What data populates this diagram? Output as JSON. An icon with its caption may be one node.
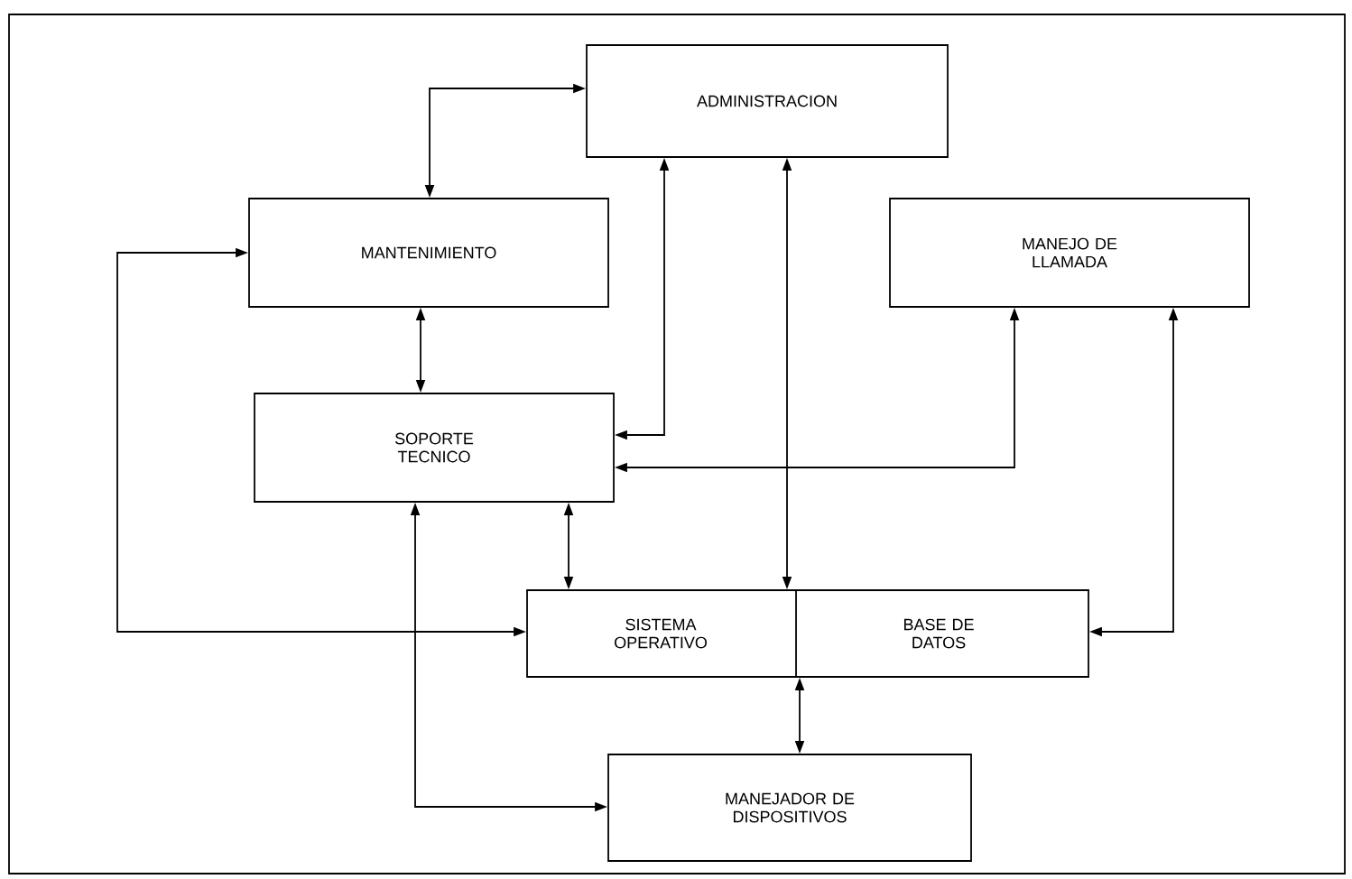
{
  "diagram": {
    "nodes": [
      {
        "text": [
          "ADMINISTRACION"
        ]
      },
      {
        "text": [
          "MANTENIMIENTO"
        ]
      },
      {
        "text": [
          "MANEJO DE LLAMADA"
        ]
      },
      {
        "text": [
          "SOPORTE TECNICO"
        ]
      },
      {
        "text": [
          "SISTEMA OPERATIVO",
          "BASE DE DATOS"
        ]
      },
      {
        "text": [
          "MANEJADOR DE DISPOSITIVOS"
        ]
      }
    ],
    "edges": [
      {
        "from": 0,
        "to": 1,
        "arrow": "both"
      },
      {
        "from": 1,
        "to": 3,
        "arrow": "both"
      },
      {
        "from": 0,
        "to": 3,
        "arrow": "both"
      },
      {
        "from": 0,
        "to": 4,
        "arrow": "both"
      },
      {
        "from": 2,
        "to": 3,
        "arrow": "both"
      },
      {
        "from": 2,
        "to": 4,
        "arrow": "both"
      },
      {
        "from": 3,
        "to": 4,
        "arrow": "both"
      },
      {
        "from": 1,
        "to": 4,
        "arrow": "both"
      },
      {
        "from": 3,
        "to": 5,
        "arrow": "both"
      },
      {
        "from": 4,
        "to": 5,
        "arrow": "both"
      }
    ]
  }
}
